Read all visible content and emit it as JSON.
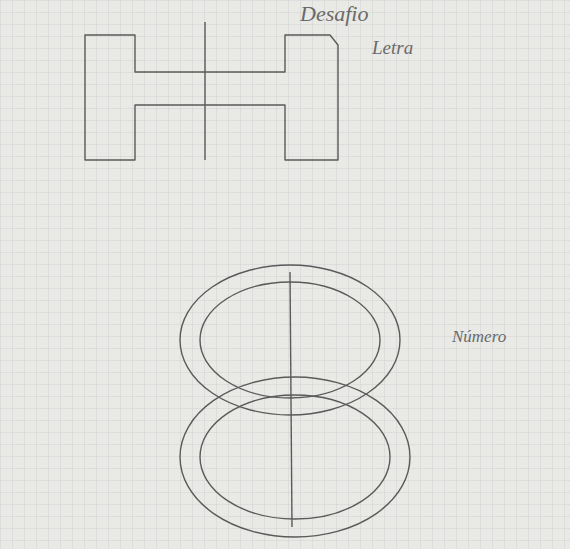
{
  "diagram": {
    "title": "Desafio",
    "labels": [
      "Letra",
      "Número"
    ]
  }
}
